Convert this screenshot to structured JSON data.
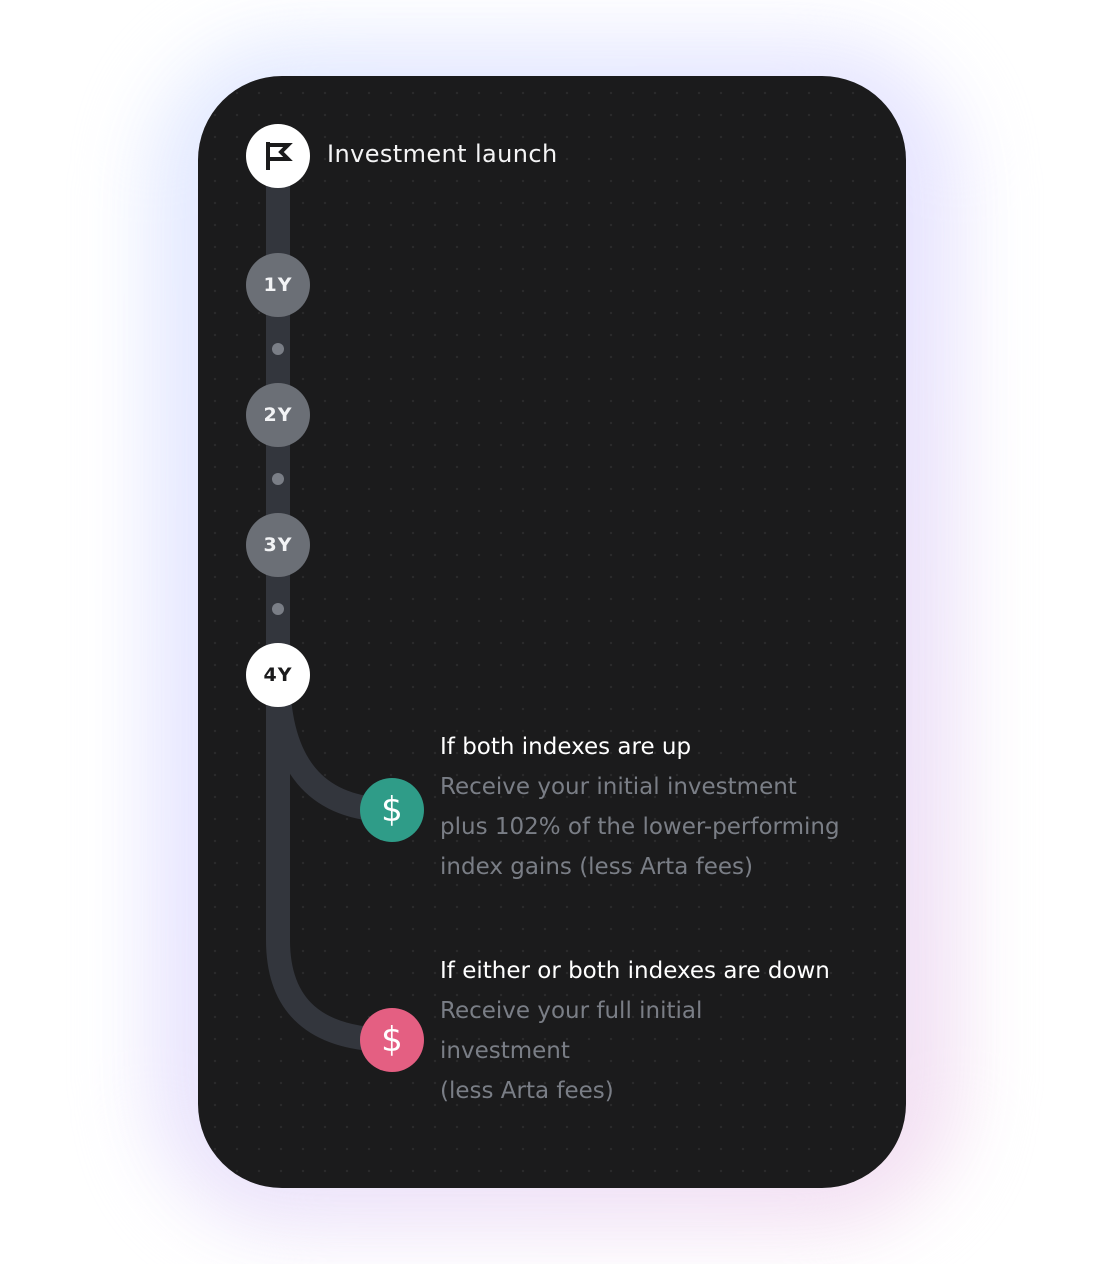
{
  "timeline": {
    "launch_label": "Investment launch",
    "launch_icon": "flag-icon",
    "years": [
      "1Y",
      "2Y",
      "3Y"
    ],
    "final_year": "4Y"
  },
  "outcomes": [
    {
      "icon": "dollar-icon",
      "symbol": "$",
      "color": "#2f9c88",
      "title": "If both indexes are up",
      "description": "Receive your initial investment\nplus 102% of the lower-performing\nindex gains (less Arta fees)"
    },
    {
      "icon": "dollar-icon",
      "symbol": "$",
      "color": "#e45f82",
      "title": "If either or both indexes are down",
      "description": "Receive your full initial\ninvestment\n(less Arta fees)"
    }
  ],
  "colors": {
    "card_background": "#1b1b1c",
    "track": "#33363d",
    "year_node": "#6b6f76",
    "text_primary": "#ffffff",
    "text_secondary": "#7a7e86"
  }
}
